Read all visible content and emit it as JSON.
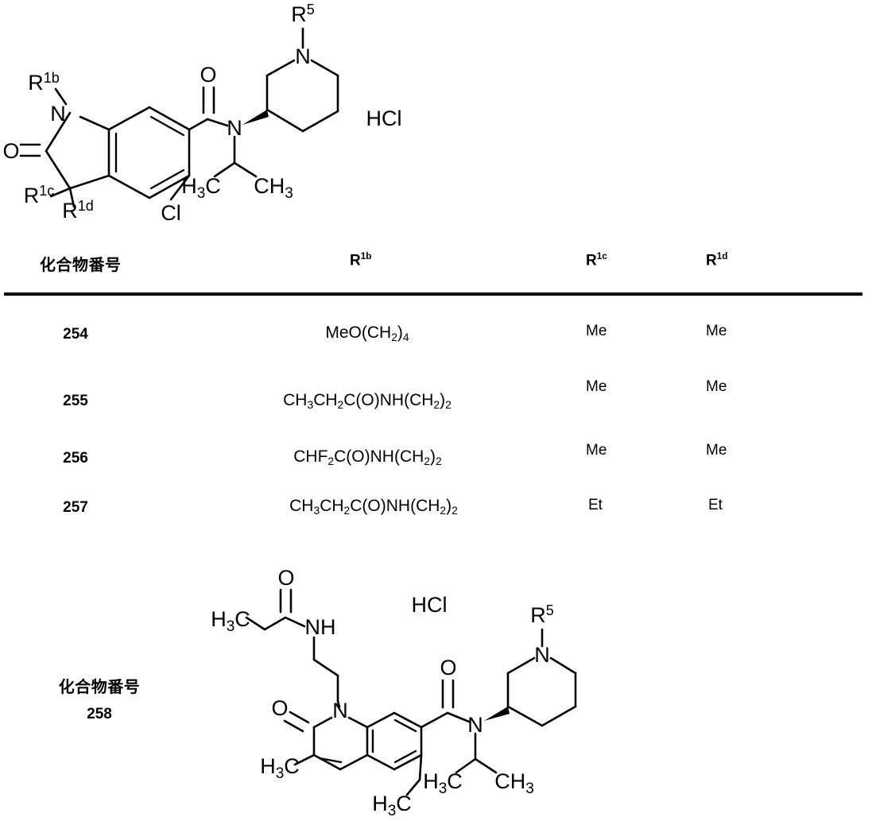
{
  "table": {
    "headers": {
      "compound_no": "化合物番号",
      "r1b": "R1b",
      "r1b_base": "R",
      "r1b_sup": "1b",
      "r1c_base": "R",
      "r1c_sup": "1c",
      "r1d_base": "R",
      "r1d_sup": "1d"
    },
    "rows": [
      {
        "no": "254",
        "r1b": "MeO(CH2)4",
        "r1c": "Me",
        "r1d": "Me"
      },
      {
        "no": "255",
        "r1b": "CH3CH2C(O)NH(CH2)2",
        "r1c": "Me",
        "r1d": "Me"
      },
      {
        "no": "256",
        "r1b": "CHF2C(O)NH(CH2)2",
        "r1c": "Me",
        "r1d": "Me"
      },
      {
        "no": "257",
        "r1b": "CH3CH2C(O)NH(CH2)2",
        "r1c": "Et",
        "r1d": "Et"
      }
    ]
  },
  "bottom_label": {
    "title": "化合物番号",
    "number": "258"
  },
  "structure_top": {
    "salt": "HCl",
    "atoms": {
      "r1b_base": "R",
      "r1b_sup": "1b",
      "r1c_base": "R",
      "r1c_sup": "1c",
      "r1d_base": "R",
      "r1d_sup": "1d",
      "r5_base": "R",
      "r5_sup": "5",
      "n_ring": "N",
      "n_amide": "N",
      "n_pip": "N",
      "o_lactam": "O",
      "o_amide": "O",
      "cl": "Cl",
      "ch3_left_base": "H",
      "ch3_left_sub": "3",
      "ch3_left_tail": "C",
      "ch3_right_base": "CH",
      "ch3_right_sub": "3"
    }
  },
  "structure_bottom": {
    "salt": "HCl",
    "atoms": {
      "r5_base": "R",
      "r5_sup": "5",
      "nh": "NH",
      "n_ring": "N",
      "n_amide": "N",
      "n_pip": "N",
      "o_amide_top": "O",
      "o_lactam": "O",
      "o_carbonyl": "O",
      "me_propionyl_base": "H",
      "me_propionyl_sub": "3",
      "me_propionyl_tail": "C",
      "me_c3_base": "H",
      "me_c3_sub": "3",
      "me_c3_tail": "C",
      "et_ch3_base": "H",
      "et_ch3_sub": "3",
      "et_ch3_tail": "C",
      "ipr_left_base": "H",
      "ipr_left_sub": "3",
      "ipr_left_tail": "C",
      "ipr_right_base": "CH",
      "ipr_right_sub": "3"
    }
  },
  "colors": {
    "ink": "#000000",
    "paper": "#ffffff"
  }
}
